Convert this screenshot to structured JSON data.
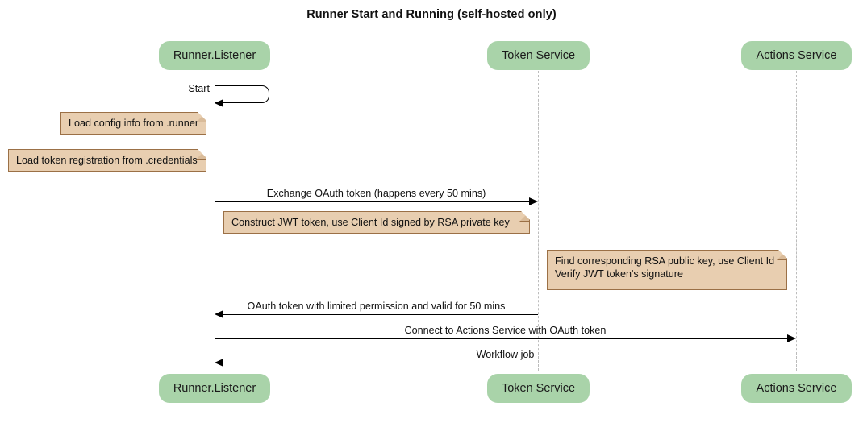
{
  "diagram": {
    "type": "sequence-diagram",
    "title": "Runner Start and Running (self-hosted only)",
    "colors": {
      "actor_fill": "#a9d3a9",
      "note_fill": "#e8ceb0",
      "note_border": "#9b7046",
      "lifeline": "#bcbcbc",
      "arrow": "#000000",
      "background": "#ffffff"
    }
  },
  "actors": [
    {
      "id": "runner",
      "label": "Runner.Listener"
    },
    {
      "id": "token",
      "label": "Token Service"
    },
    {
      "id": "actions",
      "label": "Actions Service"
    }
  ],
  "actors_bottom": [
    {
      "id": "runner",
      "label": "Runner.Listener"
    },
    {
      "id": "token",
      "label": "Token Service"
    },
    {
      "id": "actions",
      "label": "Actions Service"
    }
  ],
  "self_messages": [
    {
      "id": "start",
      "label": "Start",
      "actor": "runner"
    }
  ],
  "notes": [
    {
      "id": "note-config",
      "text": "Load config info from .runner"
    },
    {
      "id": "note-credentials",
      "text": "Load token registration from .credentials"
    },
    {
      "id": "note-jwt",
      "text": "Construct JWT token, use Client Id signed by RSA private key"
    },
    {
      "id": "note-verify-l1",
      "text": "Find corresponding RSA public key, use Client Id"
    },
    {
      "id": "note-verify-l2",
      "text": "Verify JWT token's signature"
    }
  ],
  "messages": [
    {
      "id": "msg-exchange",
      "label": "Exchange OAuth token (happens every 50 mins)",
      "from": "runner",
      "to": "token",
      "direction": "right"
    },
    {
      "id": "msg-oauth",
      "label": "OAuth token with limited permission and valid for 50 mins",
      "from": "token",
      "to": "runner",
      "direction": "left"
    },
    {
      "id": "msg-connect",
      "label": "Connect to Actions Service with OAuth token",
      "from": "runner",
      "to": "actions",
      "direction": "right"
    },
    {
      "id": "msg-workflow",
      "label": "Workflow job",
      "from": "actions",
      "to": "runner",
      "direction": "left"
    }
  ]
}
